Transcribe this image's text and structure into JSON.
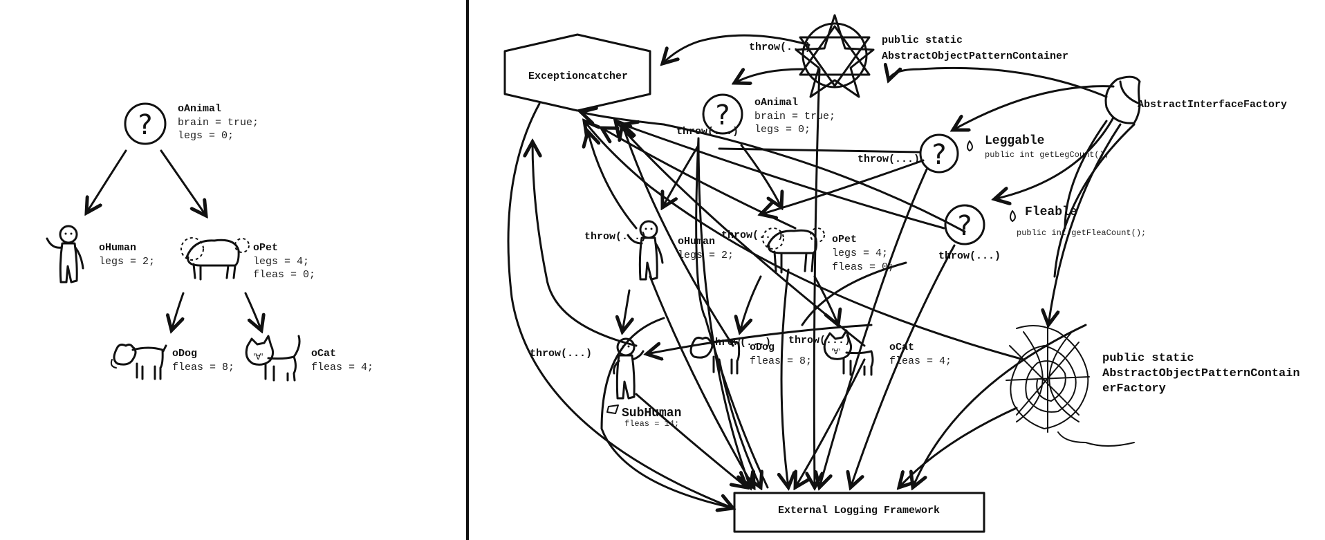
{
  "left": {
    "animal": {
      "name": "oAnimal",
      "line1": "brain = true;",
      "line2": "legs = 0;",
      "glyph": "?"
    },
    "human": {
      "name": "oHuman",
      "line1": "legs = 2;"
    },
    "pet": {
      "name": "oPet",
      "line1": "legs = 4;",
      "line2": "fleas = 0;"
    },
    "dog": {
      "name": "oDog",
      "line1": "fleas = 8;"
    },
    "cat": {
      "name": "oCat",
      "line1": "fleas = 4;"
    }
  },
  "right": {
    "exceptioncatcher": "Exceptioncatcher",
    "container_l1": "public static",
    "container_l2": "AbstractObjectPatternContainer",
    "factory": "AbstractInterfaceFactory",
    "animal": {
      "name": "oAnimal",
      "line1": "brain = true;",
      "line2": "legs = 0;",
      "glyph": "?"
    },
    "leggable": {
      "name": "Leggable",
      "sig": "public int getLegCount();",
      "glyph": "?"
    },
    "fleable": {
      "name": "Fleable",
      "sig": "public int getFleaCount();",
      "glyph": "?"
    },
    "human": {
      "name": "oHuman",
      "line1": "legs = 2;"
    },
    "pet": {
      "name": "oPet",
      "line1": "legs = 4;",
      "line2": "fleas = 0;"
    },
    "dog": {
      "name": "oDog",
      "line1": "fleas = 8;"
    },
    "cat": {
      "name": "oCat",
      "line1": "fleas = 4;"
    },
    "subhuman": {
      "name": "SubHuman",
      "line1": "fleas = 14;"
    },
    "factory2_l1": "public static",
    "factory2_l2": "AbstractObjectPatternContain",
    "factory2_l3": "erFactory",
    "logging": "External Logging Framework",
    "throw_label": "throw(...)"
  },
  "colors": {
    "ink": "#111111",
    "background": "#ffffff"
  }
}
